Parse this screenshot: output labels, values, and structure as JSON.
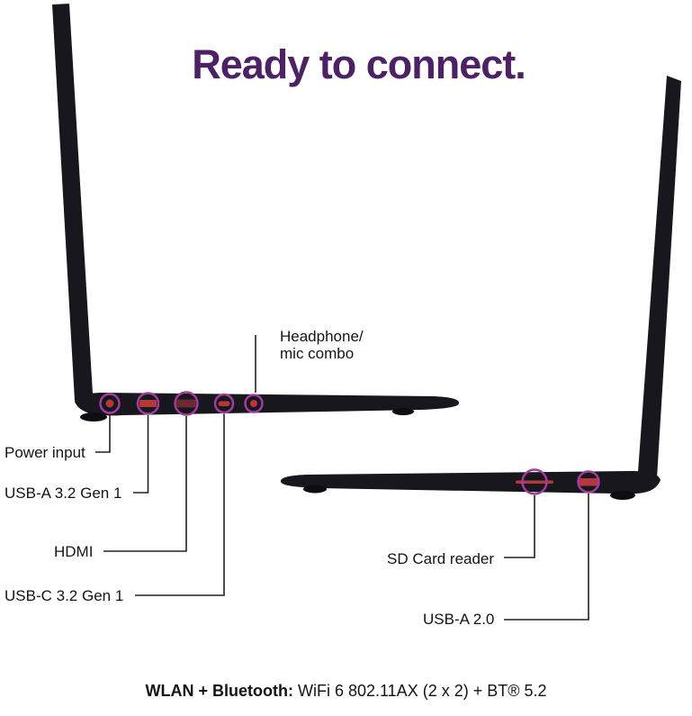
{
  "title": "Ready to connect.",
  "callouts": {
    "headphone": {
      "line1": "Headphone/",
      "line2": "mic combo"
    },
    "power": "Power input",
    "usb_a_32": "USB-A 3.2 Gen 1",
    "hdmi": "HDMI",
    "usb_c_32": "USB-C 3.2 Gen 1",
    "sd_card": "SD Card reader",
    "usb_a_20": "USB-A 2.0"
  },
  "footer": {
    "label": "WLAN + Bluetooth:",
    "value": "WiFi 6 802.11AX (2 x 2) + BT® 5.2"
  },
  "colors": {
    "title_purple": "#4C2264",
    "highlight_ring": "#A03C9E",
    "port_red": "#B5373E",
    "laptop_black": "#17171D",
    "callout_line": "#222222",
    "text_dark": "#141414",
    "background": "#FFFFFF"
  }
}
